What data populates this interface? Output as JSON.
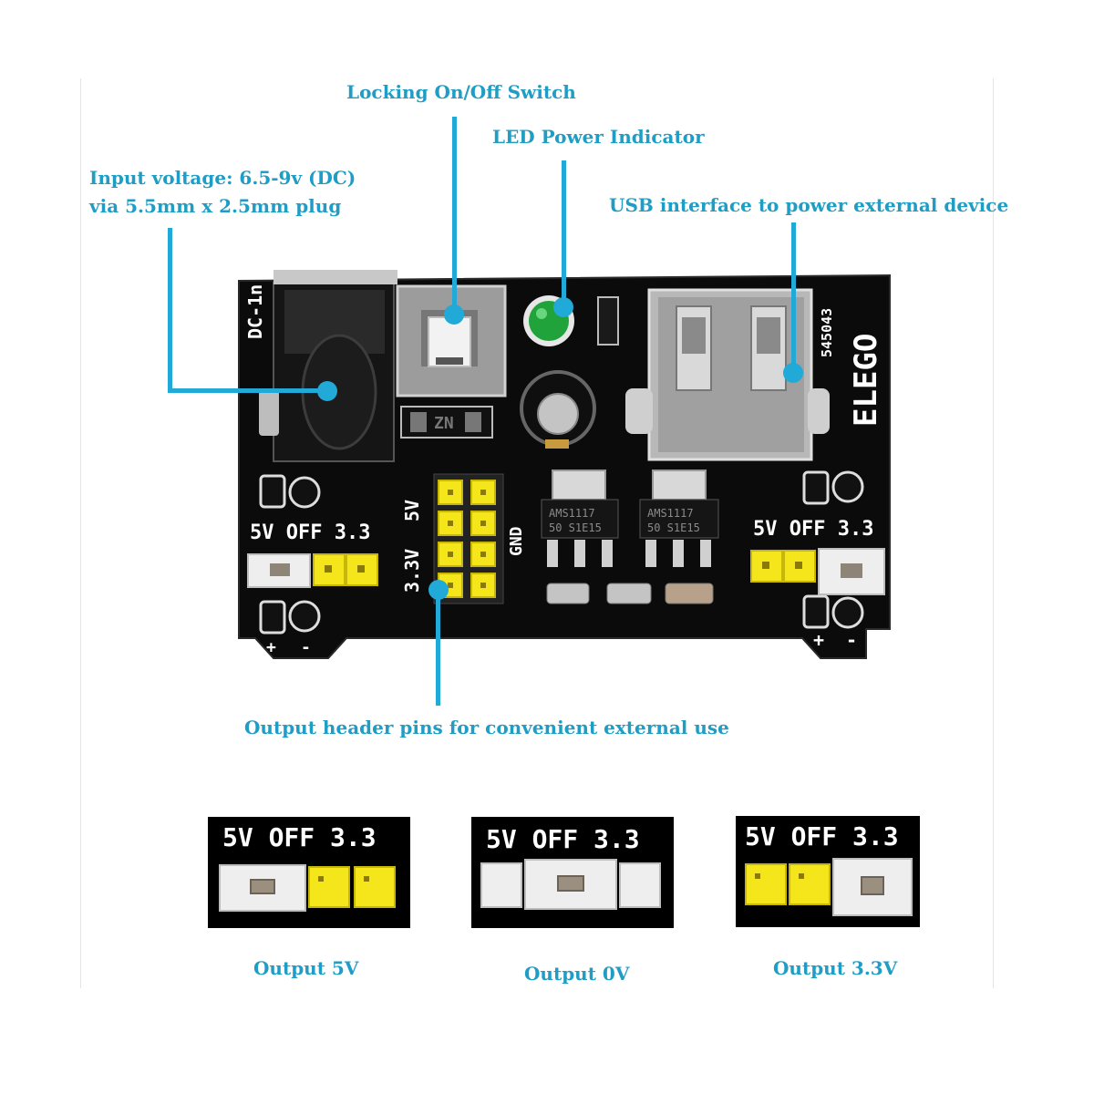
{
  "callouts": {
    "input_voltage_line1": "Input voltage: 6.5-9v (DC)",
    "input_voltage_line2": "via 5.5mm x 2.5mm plug",
    "switch": "Locking On/Off Switch",
    "led": "LED Power Indicator",
    "usb": "USB interface to power external device",
    "header_pins": "Output header pins for convenient external use"
  },
  "board_markings": {
    "dc_in": "DC-1n",
    "brand": "ELEGO",
    "serial": "545043",
    "switch_part": "ZN",
    "header_5v": "5V",
    "header_33v": "3.3V",
    "header_gnd": "GND",
    "left_selector": "5V OFF 3.3",
    "right_selector": "5V OFF 3.3",
    "left_plus": "+",
    "left_minus": "-",
    "right_plus": "+",
    "right_minus": "-",
    "regulator_left_line1": "AMS1117",
    "regulator_left_line2": "50 S1E15",
    "regulator_right_line1": "AMS1117",
    "regulator_right_line2": "50 S1E15"
  },
  "jumper_examples": [
    {
      "selector": "5V OFF 3.3",
      "caption": "Output 5V",
      "jumper_position": "5V"
    },
    {
      "selector": "5V OFF 3.3",
      "caption": "Output 0V",
      "jumper_position": "OFF"
    },
    {
      "selector": "5V OFF 3.3",
      "caption": "Output 3.3V",
      "jumper_position": "3.3"
    }
  ],
  "colors": {
    "callout": "#1f9dc4",
    "leader_line": "#21a9d8",
    "pcb": "#0b0b0b",
    "header_pin": "#f5e51b",
    "led": "#1fa33a"
  }
}
